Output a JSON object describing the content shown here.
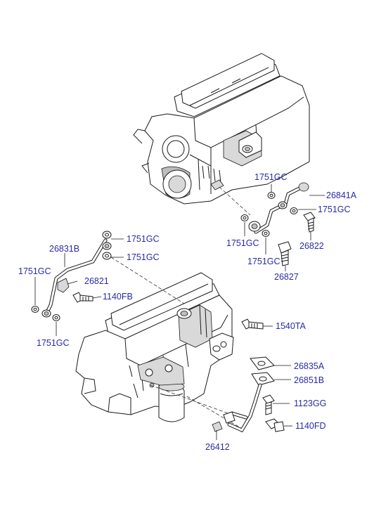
{
  "labels": {
    "top_1751gc": "1751GC",
    "a26841": "26841A",
    "right_1751gc": "1751GC",
    "mid_1751gc_a": "1751GC",
    "a26822": "26822",
    "mid_1751gc_b": "1751GC",
    "a26827": "26827",
    "left_1751gc_top": "1751GC",
    "left_1751gc_mid": "1751GC",
    "b26831": "26831B",
    "far_left_1751gc": "1751GC",
    "a26821": "26821",
    "fb1140": "1140FB",
    "bottom_left_1751gc": "1751GC",
    "ta1540": "1540TA",
    "a26835": "26835A",
    "b26851": "26851B",
    "gg1123": "1123GG",
    "fd1140": "1140FD",
    "a26412": "26412"
  }
}
